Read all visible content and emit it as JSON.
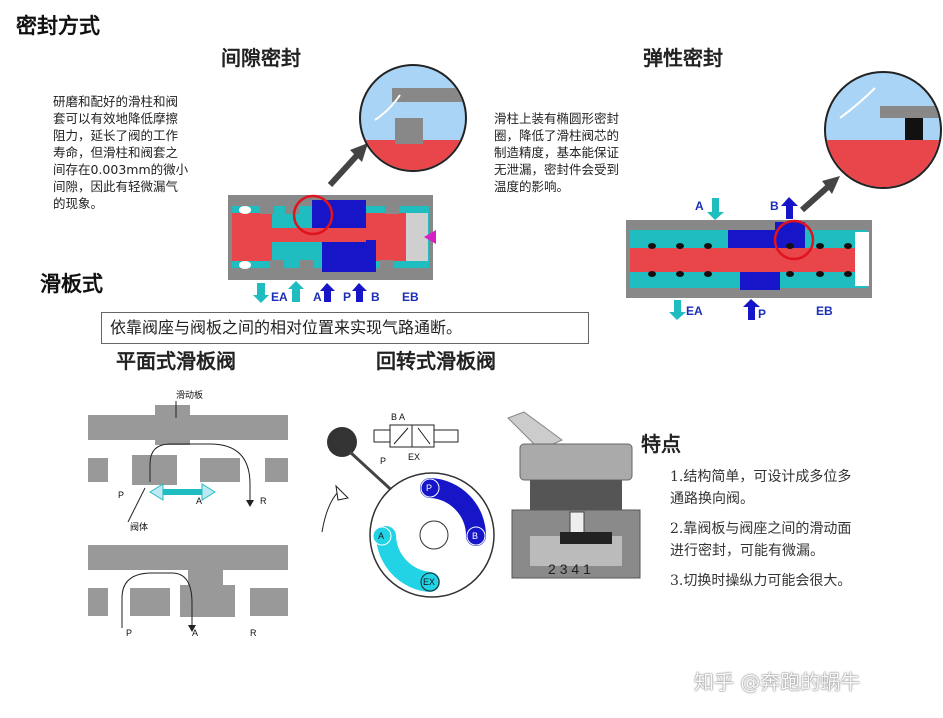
{
  "headings": {
    "seal_methods": "密封方式",
    "gap_seal": "间隙密封",
    "elastic_seal": "弹性密封",
    "slide_type": "滑板式",
    "flat_slide_valve": "平面式滑板阀",
    "rotary_slide_valve": "回转式滑板阀",
    "features": "特点"
  },
  "gap_seal_text": [
    "研磨和配好的滑柱和阀",
    "套可以有效地降低摩擦",
    "阻力，延长了阀的工作",
    "寿命，但滑柱和阀套之",
    "间存在0.003mm的微小",
    "间隙，因此有轻微漏气",
    "的现象。"
  ],
  "elastic_seal_text": [
    "滑柱上装有椭圆形密封",
    "圈，降低了滑柱阀芯的",
    "制造精度，基本能保证",
    "无泄漏，密封件会受到",
    "温度的影响。"
  ],
  "slide_summary": "依靠阀座与阀板之间的相对位置来实现气路通断。",
  "gap_valve_ports": {
    "ea": "EA",
    "a": "A",
    "p": "P",
    "b": "B",
    "eb": "EB"
  },
  "elastic_valve_ports": {
    "a": "A",
    "b": "B",
    "ea": "EA",
    "p": "P",
    "eb": "EB"
  },
  "flat_valve_labels": {
    "slide_plate": "滑动板",
    "body": "阀体",
    "p": "P",
    "a": "A",
    "r": "R"
  },
  "rotary_symbol_labels": {
    "ba": "B A",
    "p": "P",
    "ex": "EX"
  },
  "rotary_disc_ports": {
    "p": "P",
    "b": "B",
    "a": "A",
    "ex": "EX"
  },
  "rotary_body_ports": [
    "2",
    "3",
    "4",
    "1"
  ],
  "features_list": [
    [
      "1.结构简单，可设计成多位多",
      "通路换向阀。"
    ],
    [
      "2.靠阀板与阀座之间的滑动面",
      "进行密封，可能有微漏。"
    ],
    [
      "3.切换时操纵力可能会很大。"
    ]
  ],
  "watermark": "知乎 @奔跑的蜗牛",
  "colors": {
    "red": "#e8464a",
    "teal": "#1fbdc0",
    "blue": "#1616c8",
    "gray": "#888888",
    "cyan": "#22d3e6",
    "lightblue": "#a9d4f5"
  }
}
